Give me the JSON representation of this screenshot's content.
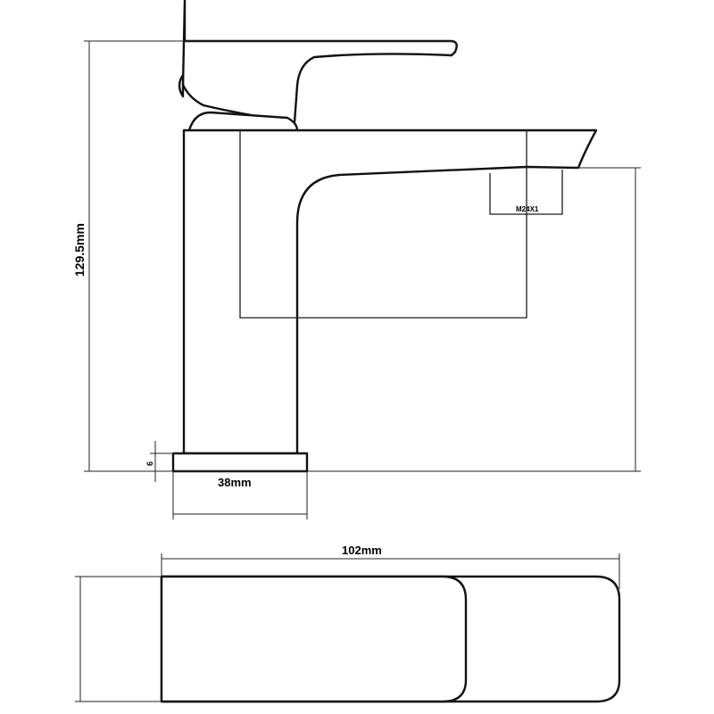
{
  "dimensions": {
    "height": "129.5mm",
    "base_thickness": "6",
    "base_width": "38mm",
    "total_length": "102mm",
    "thread": "M24X1"
  },
  "colors": {
    "line": "#111111",
    "background": "#ffffff"
  }
}
